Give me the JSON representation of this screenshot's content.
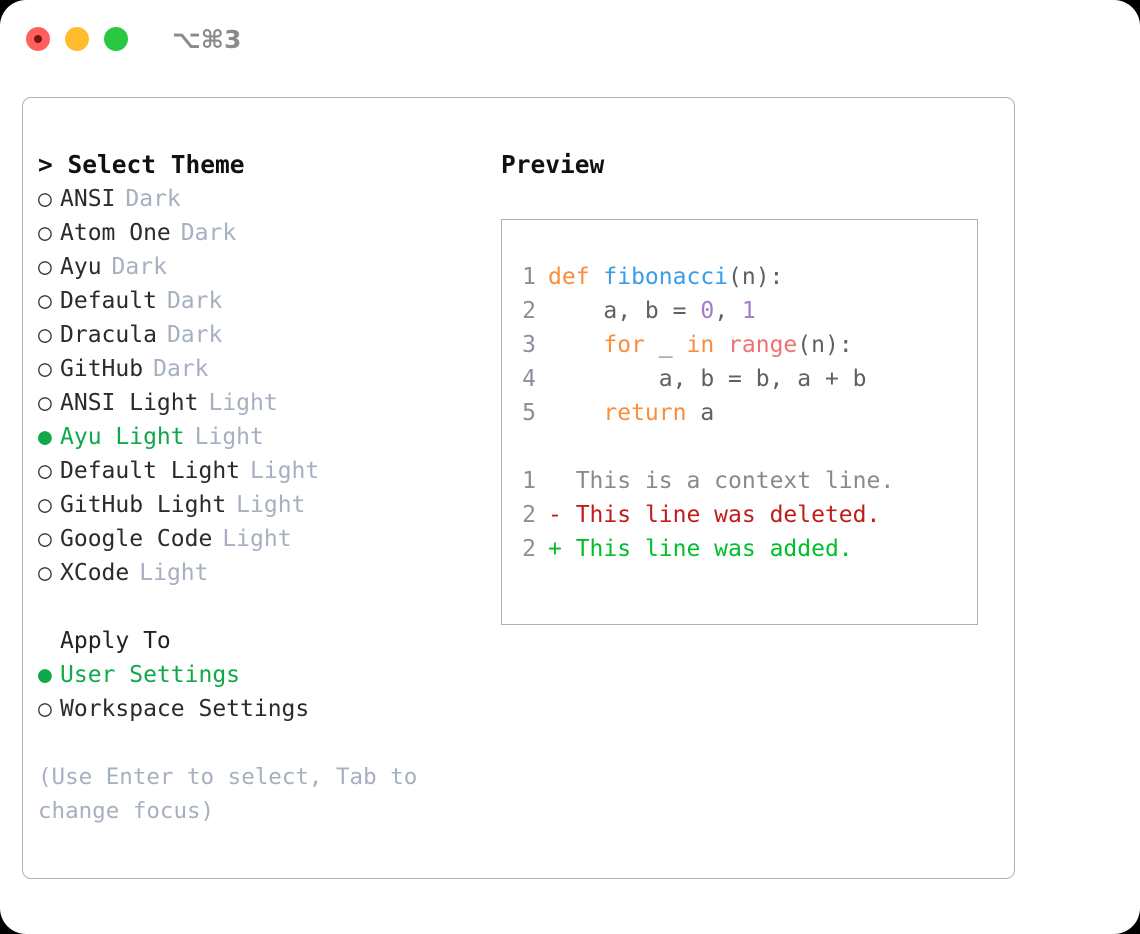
{
  "window": {
    "title": "⌥⌘3",
    "traffic_lights": [
      "close-red",
      "minimize-yellow",
      "maximize-green"
    ]
  },
  "theme_panel": {
    "header": "> Select Theme",
    "themes": [
      {
        "marker": "○",
        "label": "ANSI",
        "tag": "Dark",
        "selected": false
      },
      {
        "marker": "○",
        "label": "Atom One",
        "tag": "Dark",
        "selected": false
      },
      {
        "marker": "○",
        "label": "Ayu",
        "tag": "Dark",
        "selected": false
      },
      {
        "marker": "○",
        "label": "Default",
        "tag": "Dark",
        "selected": false
      },
      {
        "marker": "○",
        "label": "Dracula",
        "tag": "Dark",
        "selected": false
      },
      {
        "marker": "○",
        "label": "GitHub",
        "tag": "Dark",
        "selected": false
      },
      {
        "marker": "○",
        "label": "ANSI Light",
        "tag": "Light",
        "selected": false
      },
      {
        "marker": "●",
        "label": "Ayu Light",
        "tag": "Light",
        "selected": true
      },
      {
        "marker": "○",
        "label": "Default Light",
        "tag": "Light",
        "selected": false
      },
      {
        "marker": "○",
        "label": "GitHub Light",
        "tag": "Light",
        "selected": false
      },
      {
        "marker": "○",
        "label": "Google Code",
        "tag": "Light",
        "selected": false
      },
      {
        "marker": "○",
        "label": "XCode",
        "tag": "Light",
        "selected": false
      }
    ],
    "apply_to": {
      "header": "Apply To",
      "options": [
        {
          "marker": "●",
          "label": "User Settings",
          "selected": true
        },
        {
          "marker": "○",
          "label": "Workspace Settings",
          "selected": false
        }
      ]
    },
    "hint": "(Use Enter to select, Tab to change focus)"
  },
  "preview": {
    "title": "Preview",
    "code_lines": [
      {
        "num": "1",
        "tokens": [
          {
            "t": "def ",
            "c": "kw"
          },
          {
            "t": "fibonacci",
            "c": "fn"
          },
          {
            "t": "(n):",
            "c": "plain"
          }
        ]
      },
      {
        "num": "2",
        "tokens": [
          {
            "t": "    a, b = ",
            "c": "plain"
          },
          {
            "t": "0",
            "c": "num"
          },
          {
            "t": ", ",
            "c": "plain"
          },
          {
            "t": "1",
            "c": "num"
          }
        ]
      },
      {
        "num": "3",
        "tokens": [
          {
            "t": "    ",
            "c": "plain"
          },
          {
            "t": "for",
            "c": "kw"
          },
          {
            "t": " _ ",
            "c": "plain"
          },
          {
            "t": "in",
            "c": "kw"
          },
          {
            "t": " ",
            "c": "plain"
          },
          {
            "t": "range",
            "c": "bi"
          },
          {
            "t": "(n):",
            "c": "plain"
          }
        ]
      },
      {
        "num": "4",
        "tokens": [
          {
            "t": "        a, b = b, a + b",
            "c": "plain"
          }
        ]
      },
      {
        "num": "5",
        "tokens": [
          {
            "t": "    ",
            "c": "plain"
          },
          {
            "t": "return",
            "c": "kw"
          },
          {
            "t": " a",
            "c": "plain"
          }
        ]
      }
    ],
    "diff_lines": [
      {
        "num": "1",
        "sign": " ",
        "text": " This is a context line.",
        "kind": "ctx"
      },
      {
        "num": "2",
        "sign": "-",
        "text": " This line was deleted.",
        "kind": "del"
      },
      {
        "num": "2",
        "sign": "+",
        "text": " This line was added.",
        "kind": "add"
      }
    ]
  },
  "colors": {
    "accent_green": "#0FA84A",
    "panel_border": "#A8B2C1",
    "muted_text": "#A6B0C0",
    "keyword": "#FA8D3E",
    "function": "#399EE6",
    "number": "#A37ACC",
    "builtin": "#F07171",
    "diff_delete": "#C01C1C",
    "diff_add": "#00BF2A",
    "line_number": "#8A9099"
  }
}
